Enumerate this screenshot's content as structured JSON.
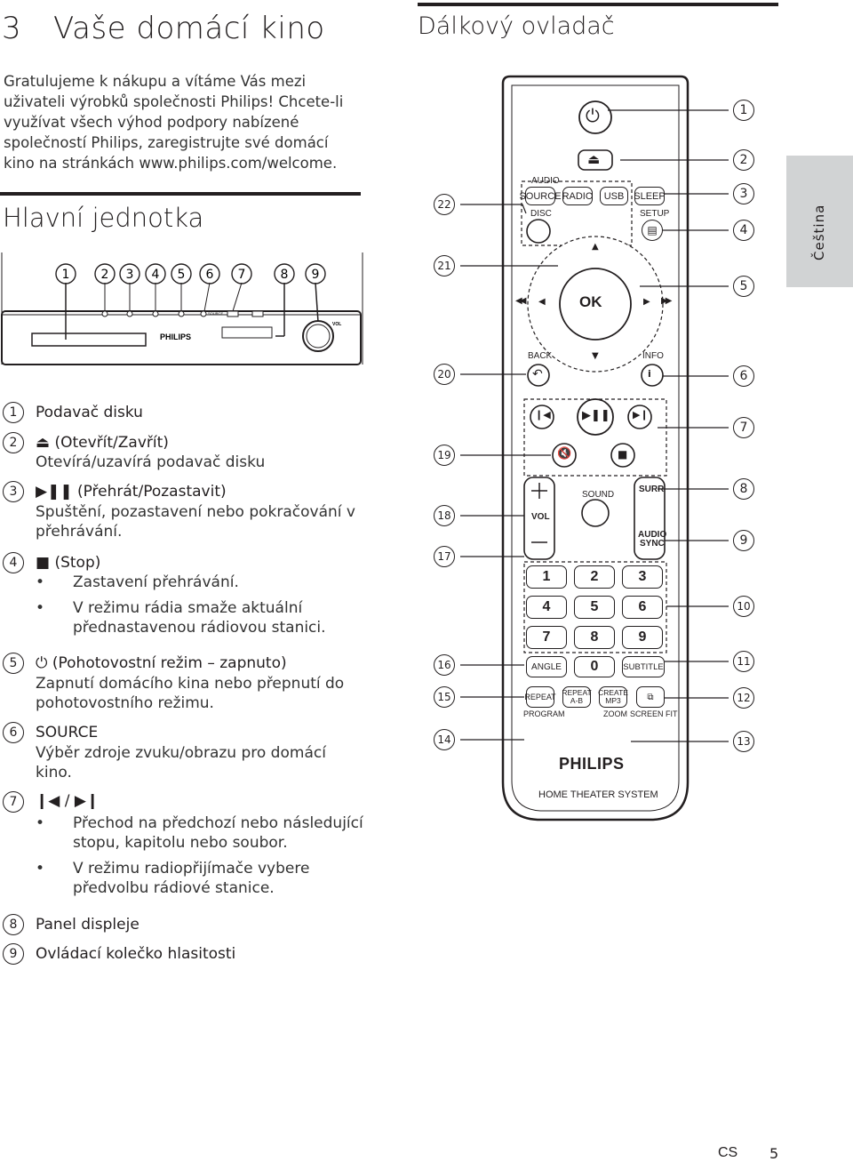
{
  "left": {
    "chapter_number": "3",
    "chapter_title": "Vaše domácí kino",
    "intro": "Gratulujeme k nákupu a vítáme Vás mezi uživateli výrobků společnosti Philips! Chcete-li využívat všech výhod podpory nabízené společností Philips, zaregistrujte své domácí kino na stránkách www.philips.com/welcome.",
    "section_title": "Hlavní jednotka",
    "unit_callouts": [
      "1",
      "2",
      "3",
      "4",
      "5",
      "6",
      "7",
      "8",
      "9"
    ],
    "unit_brand": "PHILIPS",
    "unit_vol": "VOL",
    "unit_source": "SOURCE",
    "items": [
      {
        "n": "1",
        "title": "Podavač disku"
      },
      {
        "n": "2",
        "title": "(Otevřít/Zavřít)",
        "desc": "Otevírá/uzavírá podavač disku"
      },
      {
        "n": "3",
        "title": "(Přehrát/Pozastavit)",
        "desc": "Spuštění, pozastavení nebo pokračování v přehrávání."
      },
      {
        "n": "4",
        "title": "(Stop)",
        "bullets": [
          "Zastavení přehrávání.",
          "V režimu rádia smaže aktuální přednastavenou rádiovou stanici."
        ]
      },
      {
        "n": "5",
        "title": "(Pohotovostní režim – zapnuto)",
        "desc": "Zapnutí domácího kina nebo přepnutí do pohotovostního režimu."
      },
      {
        "n": "6",
        "title": "SOURCE",
        "desc": "Výběr zdroje zvuku/obrazu pro domácí kino."
      },
      {
        "n": "7",
        "title": "/",
        "bullets": [
          "Přechod na předchozí nebo následující stopu, kapitolu nebo soubor.",
          "V režimu radiopřijímače vybere předvolbu rádiové stanice."
        ]
      },
      {
        "n": "8",
        "title": "Panel displeje"
      },
      {
        "n": "9",
        "title": "Ovládací kolečko hlasitosti"
      }
    ]
  },
  "right": {
    "section_title": "Dálkový ovladač",
    "side_tab": "Čeština",
    "remote": {
      "audio": "AUDIO",
      "source": "SOURCE",
      "disc": "DISC",
      "radio": "RADIO",
      "usb": "USB",
      "sleep": "SLEEP",
      "setup": "SETUP",
      "ok": "OK",
      "back": "BACK",
      "info": "INFO",
      "sound": "SOUND",
      "vol": "VOL",
      "surr": "SURR",
      "audio_sync_1": "AUDIO",
      "audio_sync_2": "SYNC",
      "digits": [
        "1",
        "2",
        "3",
        "4",
        "5",
        "6",
        "7",
        "8",
        "9"
      ],
      "zero": "0",
      "angle": "ANGLE",
      "subtitle": "SUBTITLE",
      "repeat": "REPEAT",
      "repeat_ab_1": "REPEAT",
      "repeat_ab_2": "A-B",
      "create_1": "CREATE",
      "create_2": "MP3",
      "program": "PROGRAM",
      "zoom": "ZOOM",
      "screen_fit": "SCREEN FIT",
      "brand": "PHILIPS",
      "system": "HOME THEATER SYSTEM"
    },
    "callouts_right": [
      "1",
      "2",
      "3",
      "4",
      "5",
      "6",
      "7",
      "8",
      "9",
      "10",
      "11",
      "12",
      "13"
    ],
    "callouts_left": [
      "22",
      "21",
      "20",
      "19",
      "18",
      "17",
      "16",
      "15",
      "14"
    ]
  },
  "footer": {
    "lang": "CS",
    "page": "5"
  }
}
